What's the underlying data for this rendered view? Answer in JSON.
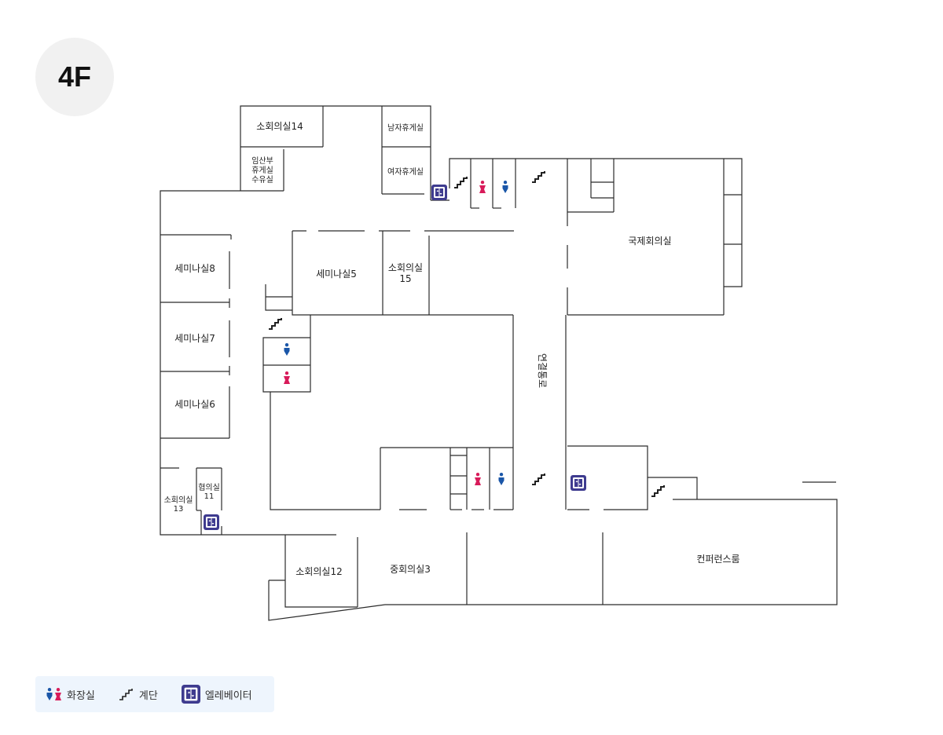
{
  "floor": {
    "label": "4F"
  },
  "rooms": {
    "r14": "소회의실14",
    "men_lounge": "남자휴게실",
    "women_lounge": "여자휴게실",
    "prenatal_1": "임산부",
    "prenatal_2": "휴게실",
    "prenatal_3": "수유실",
    "sem8": "세미나실8",
    "sem7": "세미나실7",
    "sem6": "세미나실6",
    "sem5": "세미나실5",
    "r15_1": "소회의실",
    "r15_2": "15",
    "intl": "국제회의실",
    "corridor": "연결통로",
    "r13_1": "소회의실",
    "r13_2": "13",
    "consult_1": "협의실",
    "consult_2": "11",
    "r12": "소회의실12",
    "mid3": "중회의실3",
    "conf": "컨퍼런스룸"
  },
  "legend": {
    "restroom": "화장실",
    "stairs": "계단",
    "elevator": "엘레베이터"
  },
  "colors": {
    "wall": "#2b2b2b",
    "female": "#d81b5a",
    "male": "#1a56a8",
    "elevator": "#3e3b8f",
    "legend_bg": "#eef5fd",
    "badge_bg": "#f1f1f1"
  },
  "icons": [
    "restroom-icon",
    "stairs-icon",
    "elevator-icon"
  ]
}
